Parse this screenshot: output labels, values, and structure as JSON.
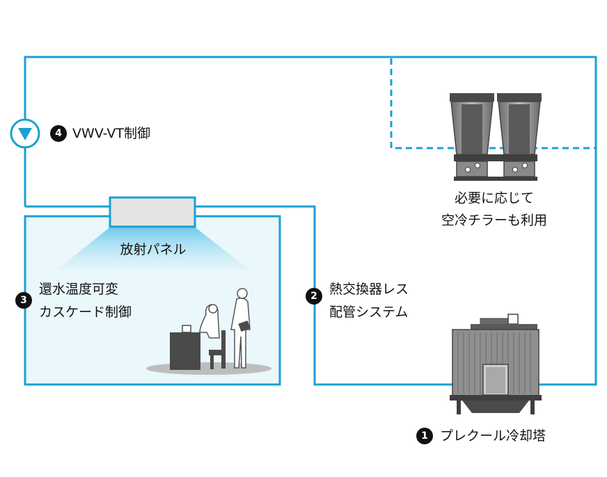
{
  "colors": {
    "pipe": "#1aa0d4",
    "room_fill": "#eaf7fb",
    "panel_glow": "#7fd0ee",
    "equipment_dark": "#555555",
    "equipment_mid": "#8a8a8a",
    "badge": "#111111"
  },
  "labels": {
    "vwv_number": "4",
    "vwv_text": "VWV-VT制御",
    "panel": "放射パネル",
    "cascade_number": "3",
    "cascade_line1": "還水温度可変",
    "cascade_line2": "カスケード制御",
    "piping_number": "2",
    "piping_line1": "熱交換器レス",
    "piping_line2": "配管システム",
    "chiller_line1": "必要に応じて",
    "chiller_line2": "空冷チラーも利用",
    "tower_number": "1",
    "tower_text": "プレクール冷却塔"
  },
  "icons": {
    "valve": "valve-triangle-icon",
    "chiller": "air-cooled-chiller-icon",
    "tower": "cooling-tower-icon",
    "people": "office-workers-icon"
  }
}
